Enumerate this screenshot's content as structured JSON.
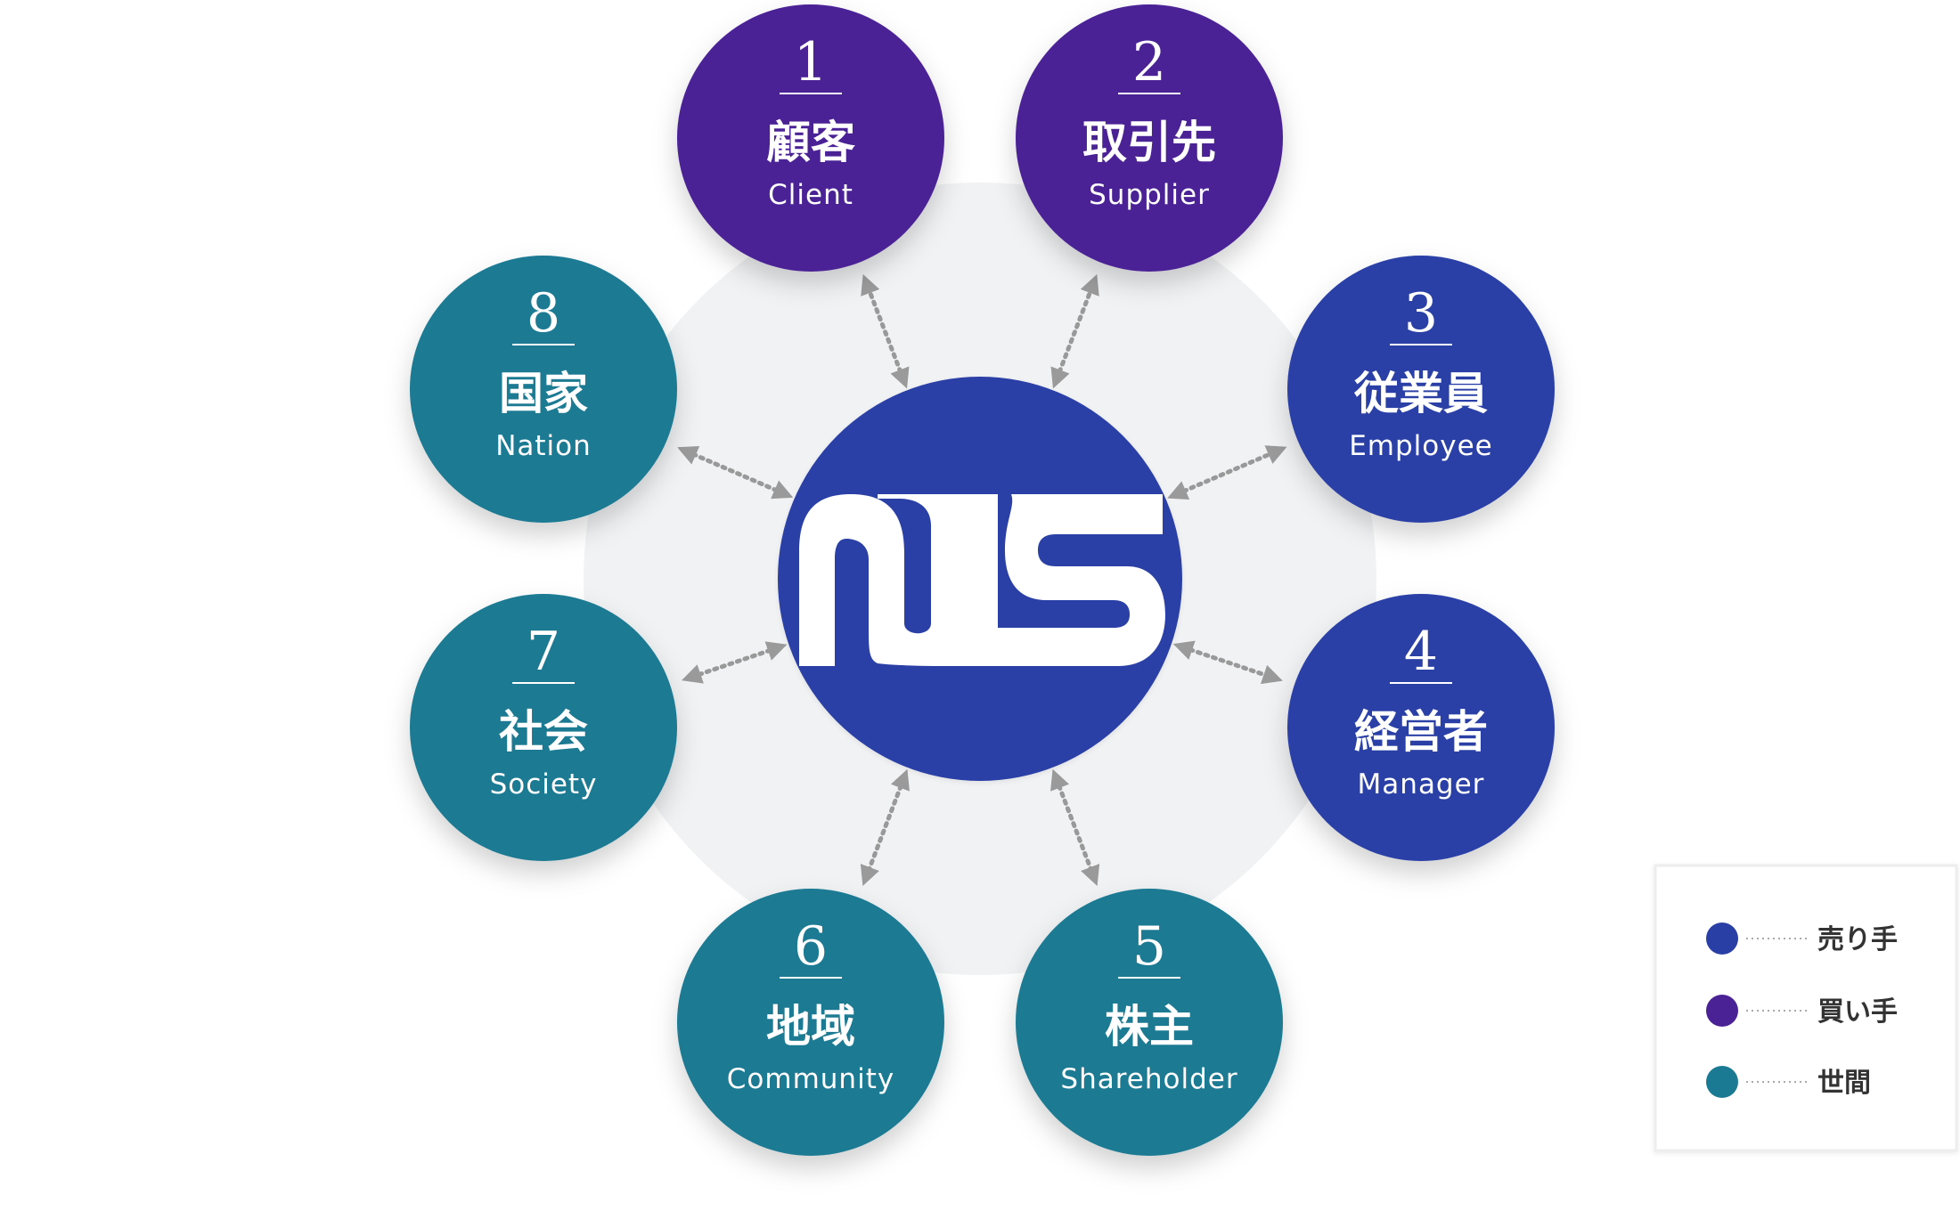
{
  "colors": {
    "seller": "#2a3fa6",
    "buyer": "#4b2196",
    "society": "#1b7a93",
    "background_disc": "#f1f2f4",
    "arrow": "#999999"
  },
  "center_logo": {
    "text": "NS",
    "color": "#2a3fa6"
  },
  "nodes": [
    {
      "number": "1",
      "jp": "顧客",
      "en": "Client",
      "group": "buyer"
    },
    {
      "number": "2",
      "jp": "取引先",
      "en": "Supplier",
      "group": "buyer"
    },
    {
      "number": "3",
      "jp": "従業員",
      "en": "Employee",
      "group": "seller"
    },
    {
      "number": "4",
      "jp": "経営者",
      "en": "Manager",
      "group": "seller"
    },
    {
      "number": "5",
      "jp": "株主",
      "en": "Shareholder",
      "group": "society"
    },
    {
      "number": "6",
      "jp": "地域",
      "en": "Community",
      "group": "society"
    },
    {
      "number": "7",
      "jp": "社会",
      "en": "Society",
      "group": "society"
    },
    {
      "number": "8",
      "jp": "国家",
      "en": "Nation",
      "group": "society"
    }
  ],
  "legend": {
    "items": [
      {
        "label": "売り手",
        "group": "seller"
      },
      {
        "label": "買い手",
        "group": "buyer"
      },
      {
        "label": "世間",
        "group": "society"
      }
    ]
  }
}
